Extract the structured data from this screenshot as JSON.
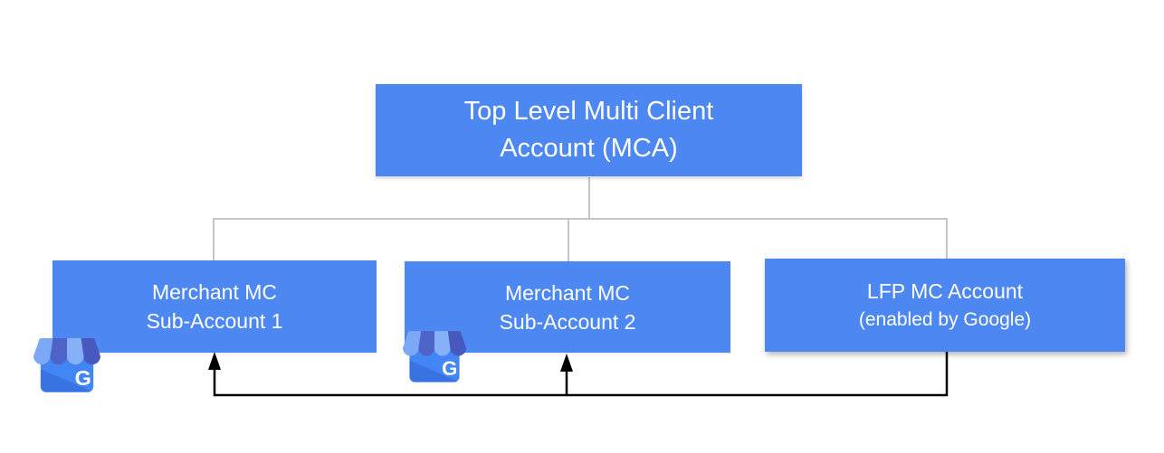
{
  "diagram": {
    "root_node": {
      "line1": "Top Level Multi Client",
      "line2": "Account (MCA)"
    },
    "child_nodes": [
      {
        "line1": "Merchant MC",
        "line2": "Sub-Account 1"
      },
      {
        "line1": "Merchant MC",
        "line2": "Sub-Account 2"
      },
      {
        "line1": "LFP MC Account",
        "line2": "(enabled by Google)"
      }
    ],
    "edges": [
      {
        "from": "Top Level Multi Client Account (MCA)",
        "to": "Merchant MC Sub-Account 1",
        "style": "plain gray tree line"
      },
      {
        "from": "Top Level Multi Client Account (MCA)",
        "to": "Merchant MC Sub-Account 2",
        "style": "plain gray tree line"
      },
      {
        "from": "Top Level Multi Client Account (MCA)",
        "to": "LFP MC Account (enabled by Google)",
        "style": "plain gray tree line"
      },
      {
        "from": "LFP MC Account (enabled by Google)",
        "to": "Merchant MC Sub-Account 1",
        "style": "black arrow"
      },
      {
        "from": "LFP MC Account (enabled by Google)",
        "to": "Merchant MC Sub-Account 2",
        "style": "black arrow"
      }
    ],
    "business_profile_icon": {
      "name": "google-business-profile-icon",
      "g_label": "G"
    },
    "colors": {
      "node_fill": "#4d87f2",
      "node_text": "#ffffff",
      "tree_connector": "#b3b3b3",
      "arrow": "#000000",
      "icon_body": "#4285f4",
      "icon_awning_light_1": "#7da8f6",
      "icon_awning_light_2": "#86b0f8",
      "icon_awning_dark_1": "#4e63c8",
      "icon_awning_dark_2": "#4759bd"
    }
  }
}
